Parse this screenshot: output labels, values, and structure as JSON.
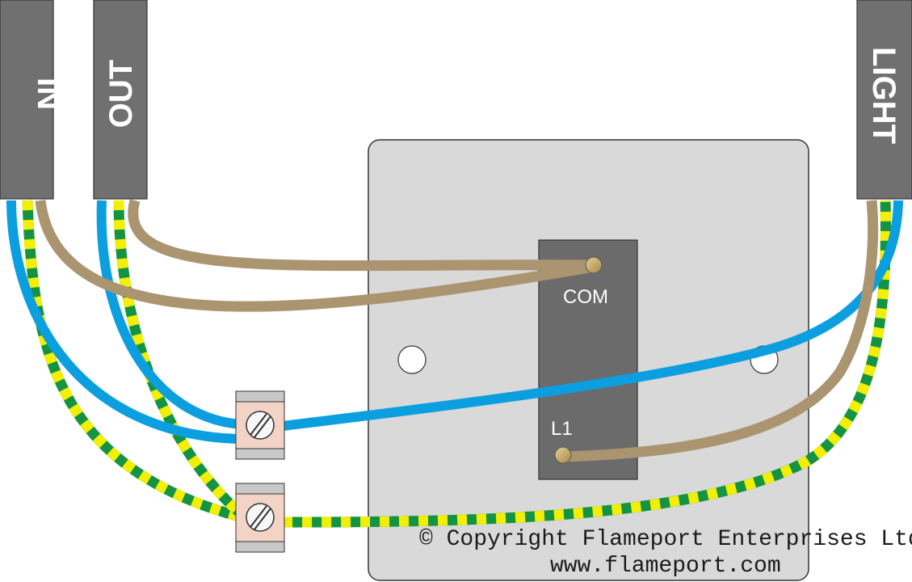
{
  "cables": {
    "in_label": "IN",
    "out_label": "OUT",
    "light_label": "LIGHT"
  },
  "switch": {
    "com_label": "COM",
    "l1_label": "L1"
  },
  "copyright": {
    "line1": "© Copyright Flameport Enterprises Ltd",
    "line2": "www.flameport.com"
  },
  "colors": {
    "sheath": "#707070",
    "faceplate": "#d9d9d9",
    "mechanism": "#6b6b6b",
    "live_brown": "#ab9470",
    "neutral_blue": "#0b9fdf",
    "earth_green": "#149443",
    "earth_yellow": "#f2ee05",
    "connector_body": "#f2d3c6",
    "connector_cap": "#c8c8c8",
    "terminal_brass": "#c8b173"
  }
}
